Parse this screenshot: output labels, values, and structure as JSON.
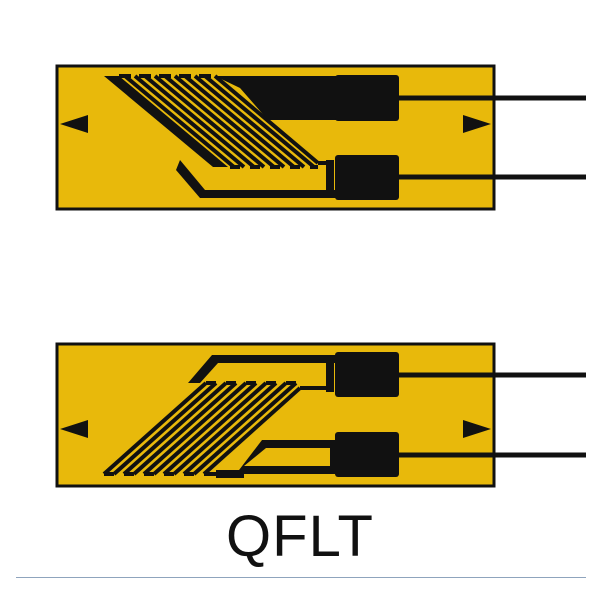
{
  "caption": "QFLT",
  "colors": {
    "substrate": "#E8B90B",
    "ink": "#111111",
    "rule": "#8FA4BD"
  },
  "gauges": [
    {
      "name": "top-gauge",
      "grid_direction": "descending",
      "grid_line_count": 11,
      "alignment_marks": [
        "left-triangle-marker",
        "right-triangle-marker"
      ],
      "solder_tabs": 2,
      "lead_wires": 2
    },
    {
      "name": "bottom-gauge",
      "grid_direction": "ascending",
      "grid_line_count": 11,
      "alignment_marks": [
        "left-triangle-marker",
        "right-triangle-marker"
      ],
      "solder_tabs": 2,
      "lead_wires": 2
    }
  ]
}
